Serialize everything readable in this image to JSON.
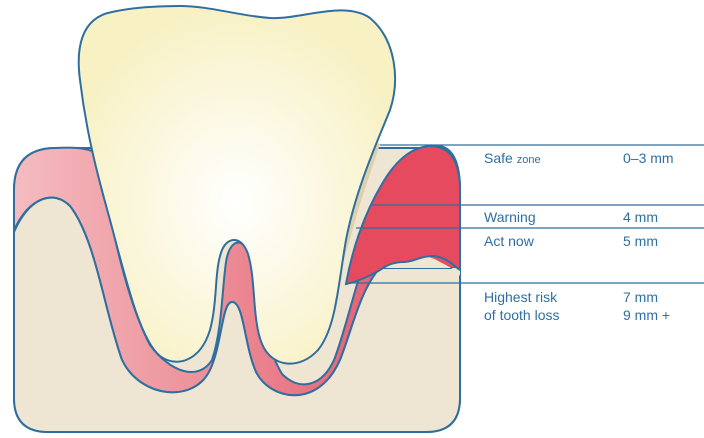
{
  "colors": {
    "line": "#2f6f9f",
    "text": "#2f6f9f",
    "bone": "#efe5d3",
    "gum_light": "#f0a2aa",
    "gum_dark": "#e2475c",
    "tooth_center": "#ffffff",
    "tooth_edge": "#f8f1c4",
    "tartar": "#ddd0ad"
  },
  "zones": [
    {
      "label": "Safe",
      "label_small": "zone",
      "value": "0–3 mm"
    },
    {
      "label": "Warning",
      "value": "4 mm"
    },
    {
      "label": "Act now",
      "value": "5 mm"
    },
    {
      "label_lines": [
        "Highest risk",
        "of tooth loss"
      ],
      "value_lines": [
        "7 mm",
        "9 mm +"
      ]
    }
  ]
}
